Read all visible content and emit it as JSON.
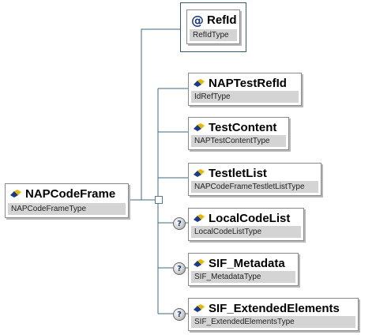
{
  "root": {
    "name": "NAPCodeFrame",
    "type": "NAPCodeFrameType",
    "icon": "element-icon"
  },
  "attribute": {
    "name": "RefId",
    "type": "RefIdType",
    "icon": "attribute-at-icon",
    "symbol": "@"
  },
  "children": [
    {
      "name": "NAPTestRefId",
      "type": "IdRefType",
      "optional": false
    },
    {
      "name": "TestContent",
      "type": "NAPTestContentType",
      "optional": false
    },
    {
      "name": "TestletList",
      "type": "NAPCodeFrameTestletListType",
      "optional": false
    },
    {
      "name": "LocalCodeList",
      "type": "LocalCodeListType",
      "optional": true
    },
    {
      "name": "SIF_Metadata",
      "type": "SIF_MetadataType",
      "optional": true
    },
    {
      "name": "SIF_ExtendedElements",
      "type": "SIF_ExtendedElementsType",
      "optional": true
    }
  ],
  "optional_symbol": "?",
  "colors": {
    "connector": "#3d6b80",
    "type_bar": "#d4d4d4",
    "border": "#8a8a8a"
  }
}
